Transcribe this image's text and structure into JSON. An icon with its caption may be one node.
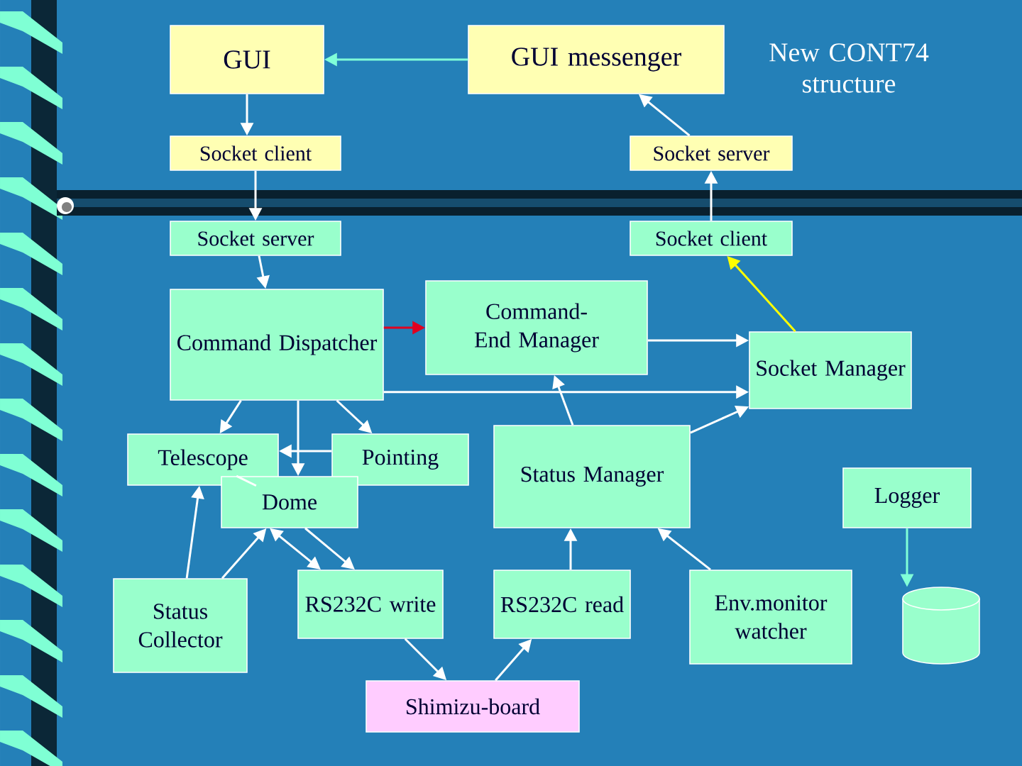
{
  "diagram": {
    "title": "New CONT74 structure",
    "nodes": [
      {
        "text": [
          "GUI"
        ]
      },
      {
        "text": [
          "GUI messenger"
        ]
      },
      {
        "text": [
          "Socket client"
        ]
      },
      {
        "text": [
          "Socket server"
        ]
      },
      {
        "text": [
          "Socket server"
        ]
      },
      {
        "text": [
          "Socket client"
        ]
      },
      {
        "text": [
          "Command Dispatcher"
        ]
      },
      {
        "text": [
          "Command-End Manager"
        ]
      },
      {
        "text": [
          "Socket Manager"
        ]
      },
      {
        "text": [
          "Telescope"
        ]
      },
      {
        "text": [
          "Pointing"
        ]
      },
      {
        "text": [
          "Dome"
        ]
      },
      {
        "text": [
          "Status Manager"
        ]
      },
      {
        "text": [
          "Logger"
        ]
      },
      {
        "text": [],
        "shape": "cylinder"
      },
      {
        "text": [
          "Status Collector"
        ]
      },
      {
        "text": [
          "RS232C write"
        ]
      },
      {
        "text": [
          "RS232C read"
        ]
      },
      {
        "text": [
          "Env.monitor watcher"
        ]
      },
      {
        "text": [
          "Shimizu-board"
        ]
      }
    ],
    "edges": [
      {
        "from": 1,
        "to": 0,
        "arrow": "to",
        "color": "#80ffd8"
      },
      {
        "from": 0,
        "to": 2,
        "arrow": "to"
      },
      {
        "from": 2,
        "to": 4,
        "arrow": "to"
      },
      {
        "from": 5,
        "to": 3,
        "arrow": "to"
      },
      {
        "from": 3,
        "to": 1,
        "arrow": "to"
      },
      {
        "from": 8,
        "to": 5,
        "arrow": "to",
        "color": "#ffff00"
      },
      {
        "from": 4,
        "to": 6,
        "arrow": "to"
      },
      {
        "from": 6,
        "to": 7,
        "arrow": "to",
        "color": "#e00020"
      },
      {
        "from": 6,
        "to": 8,
        "arrow": "to"
      },
      {
        "from": 7,
        "to": 8,
        "arrow": "to"
      },
      {
        "from": 6,
        "to": 9,
        "arrow": "to"
      },
      {
        "from": 6,
        "to": 11,
        "arrow": "to"
      },
      {
        "from": 6,
        "to": 10,
        "arrow": "to"
      },
      {
        "from": 10,
        "to": 9,
        "arrow": "to"
      },
      {
        "from": 9,
        "to": 11,
        "arrow": "none"
      },
      {
        "from": 15,
        "to": 9,
        "arrow": "to"
      },
      {
        "from": 15,
        "to": 11,
        "arrow": "to"
      },
      {
        "from": 11,
        "to": 16,
        "arrow": "both"
      },
      {
        "from": 11,
        "to": 16,
        "arrow": "to"
      },
      {
        "from": 16,
        "to": 19,
        "arrow": "to"
      },
      {
        "from": 19,
        "to": 17,
        "arrow": "to"
      },
      {
        "from": 17,
        "to": 12,
        "arrow": "to"
      },
      {
        "from": 18,
        "to": 12,
        "arrow": "to"
      },
      {
        "from": 12,
        "to": 7,
        "arrow": "to"
      },
      {
        "from": 12,
        "to": 8,
        "arrow": "to"
      },
      {
        "from": 13,
        "to": 14,
        "arrow": "to",
        "color": "#80ffd8"
      }
    ]
  }
}
